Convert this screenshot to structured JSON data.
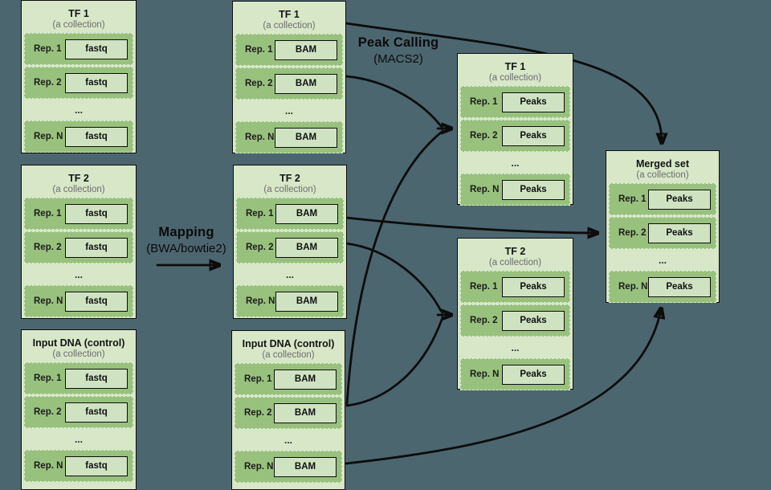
{
  "colors": {
    "background": "#4c6670",
    "collection_bg": "#d7e7c8",
    "row_bg": "#98c17e",
    "file_box_bg": "#cfe3c2",
    "border": "#0d0d0d",
    "arrow": "#0c0c0c",
    "subtitle_text": "#6d6d6d"
  },
  "process_labels": {
    "mapping": {
      "title": "Mapping",
      "subtitle": "(BWA/bowtie2)"
    },
    "peak_calling": {
      "title": "Peak Calling",
      "subtitle": "(MACS2)"
    }
  },
  "collections": [
    {
      "title": "TF 1",
      "subtitle": "(a collection)",
      "rows": [
        {
          "label": "Rep. 1",
          "file": "fastq"
        },
        {
          "label": "Rep. 2",
          "file": "fastq"
        },
        {
          "ellipsis": "..."
        },
        {
          "label": "Rep. N",
          "file": "fastq"
        }
      ]
    },
    {
      "title": "TF 2",
      "subtitle": "(a collection)",
      "rows": [
        {
          "label": "Rep. 1",
          "file": "fastq"
        },
        {
          "label": "Rep. 2",
          "file": "fastq"
        },
        {
          "ellipsis": "..."
        },
        {
          "label": "Rep. N",
          "file": "fastq"
        }
      ]
    },
    {
      "title": "Input DNA (control)",
      "subtitle": "(a collection)",
      "rows": [
        {
          "label": "Rep. 1",
          "file": "fastq"
        },
        {
          "label": "Rep. 2",
          "file": "fastq"
        },
        {
          "ellipsis": "..."
        },
        {
          "label": "Rep. N",
          "file": "fastq"
        }
      ]
    },
    {
      "title": "TF 1",
      "subtitle": "(a collection)",
      "rows": [
        {
          "label": "Rep. 1",
          "file": "BAM"
        },
        {
          "label": "Rep. 2",
          "file": "BAM"
        },
        {
          "ellipsis": "..."
        },
        {
          "label": "Rep. N",
          "file": "BAM"
        }
      ]
    },
    {
      "title": "TF 2",
      "subtitle": "(a collection)",
      "rows": [
        {
          "label": "Rep. 1",
          "file": "BAM"
        },
        {
          "label": "Rep. 2",
          "file": "BAM"
        },
        {
          "ellipsis": "..."
        },
        {
          "label": "Rep. N",
          "file": "BAM"
        }
      ]
    },
    {
      "title": "Input DNA (control)",
      "subtitle": "(a collection)",
      "rows": [
        {
          "label": "Rep. 1",
          "file": "BAM"
        },
        {
          "label": "Rep. 2",
          "file": "BAM"
        },
        {
          "ellipsis": "..."
        },
        {
          "label": "Rep. N",
          "file": "BAM"
        }
      ]
    },
    {
      "title": "TF 1",
      "subtitle": "(a collection)",
      "rows": [
        {
          "label": "Rep. 1",
          "file": "Peaks"
        },
        {
          "label": "Rep. 2",
          "file": "Peaks"
        },
        {
          "ellipsis": "..."
        },
        {
          "label": "Rep. N",
          "file": "Peaks"
        }
      ]
    },
    {
      "title": "TF 2",
      "subtitle": "(a collection)",
      "rows": [
        {
          "label": "Rep. 1",
          "file": "Peaks"
        },
        {
          "label": "Rep. 2",
          "file": "Peaks"
        },
        {
          "ellipsis": "..."
        },
        {
          "label": "Rep. N",
          "file": "Peaks"
        }
      ]
    },
    {
      "title": "Merged set",
      "subtitle": "(a collection)",
      "rows": [
        {
          "label": "Rep. 1",
          "file": "Peaks"
        },
        {
          "label": "Rep. 2",
          "file": "Peaks"
        },
        {
          "ellipsis": "..."
        },
        {
          "label": "Rep. N",
          "file": "Peaks"
        }
      ]
    }
  ]
}
